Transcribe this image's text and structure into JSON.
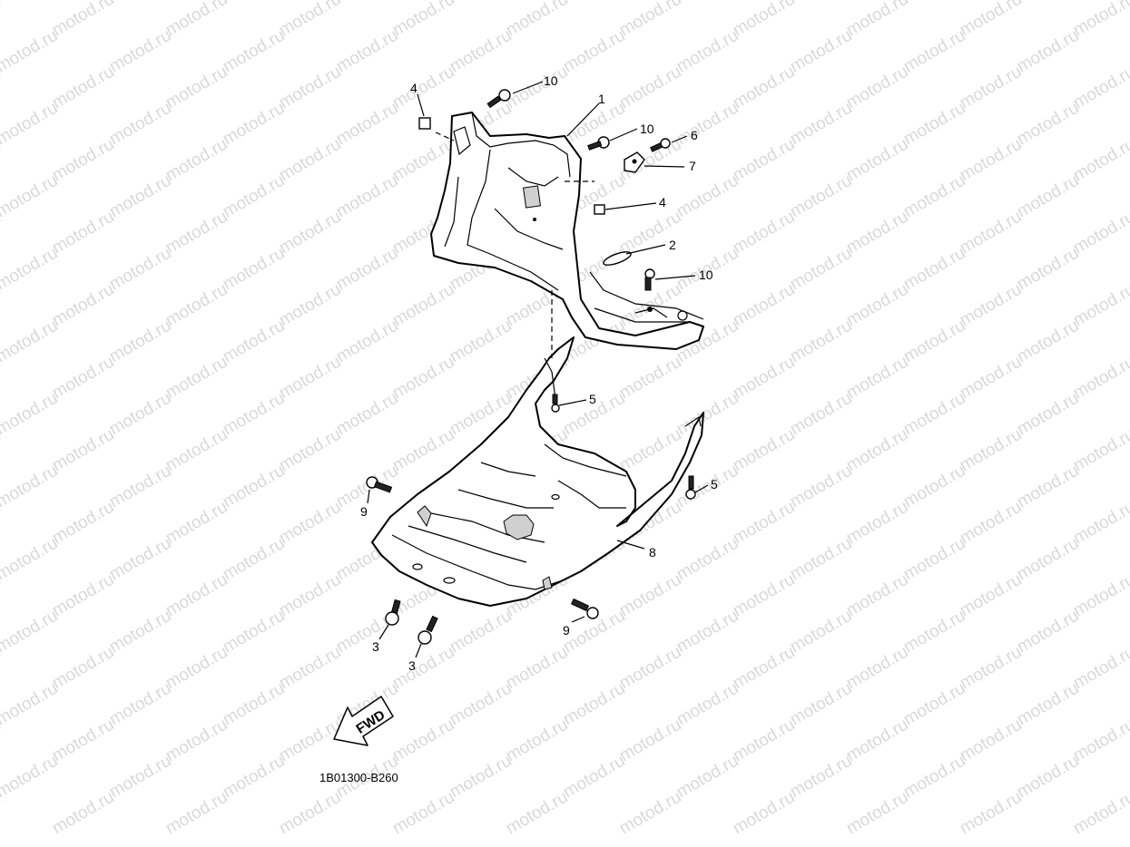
{
  "watermark": {
    "text": "motod.ru"
  },
  "diagram": {
    "code": "1B01300-B260",
    "direction_label": "FWD",
    "callouts": {
      "c1": "1",
      "c2": "2",
      "c3a": "3",
      "c3b": "3",
      "c4a": "4",
      "c4b": "4",
      "c5a": "5",
      "c5b": "5",
      "c6": "6",
      "c7": "7",
      "c8": "8",
      "c9a": "9",
      "c9b": "9",
      "c10a": "10",
      "c10b": "10",
      "c10c": "10"
    }
  }
}
